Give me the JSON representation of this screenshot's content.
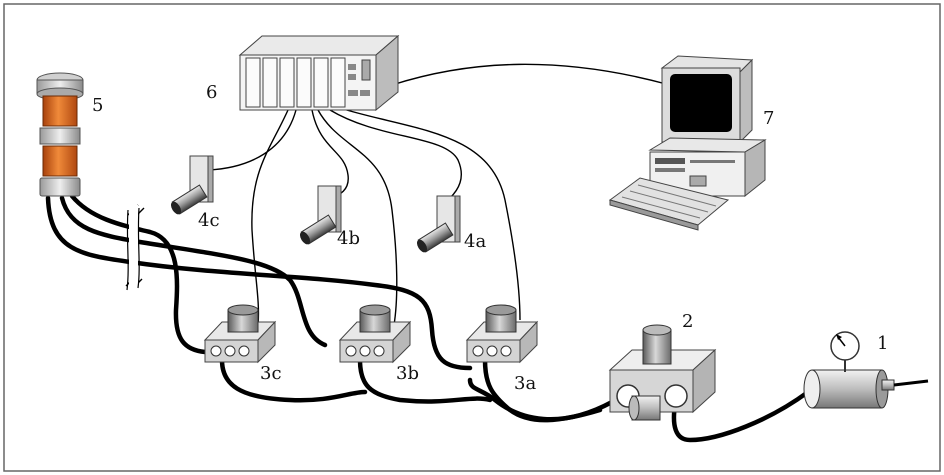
{
  "labels": {
    "l1": "1",
    "l2": "2",
    "l3a": "3a",
    "l3b": "3b",
    "l3c": "3c",
    "l4a": "4a",
    "l4b": "4b",
    "l4c": "4c",
    "l5": "5",
    "l6": "6",
    "l7": "7"
  },
  "colors": {
    "frame": "#666666",
    "line": "#000000",
    "orange": "#e06a1e",
    "gray_light": "#dcdcdc",
    "gray_mid": "#a8a8a8",
    "gray_dark": "#6e6e6e",
    "screen": "#000000"
  }
}
